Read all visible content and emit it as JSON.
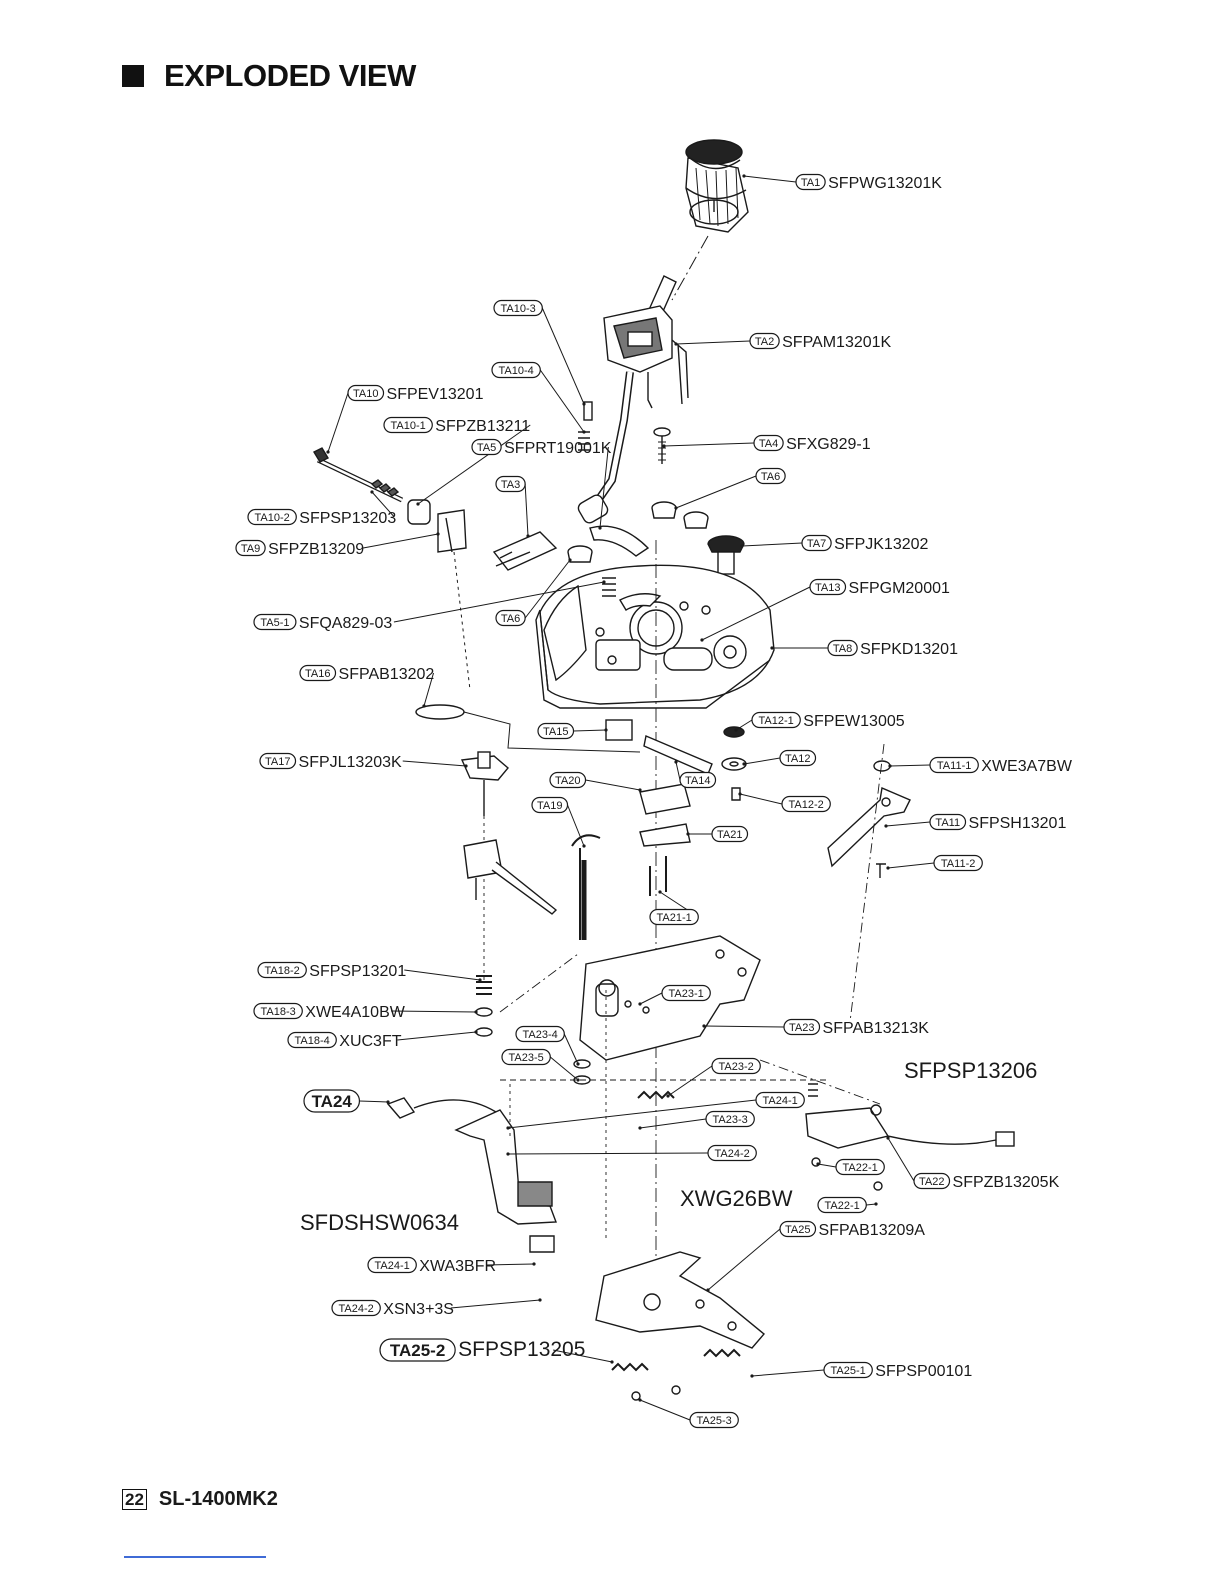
{
  "page": {
    "title": "EXPLODED VIEW",
    "page_number": "22",
    "model": "SL-1400MK2",
    "accent_color": "#3f6bd6"
  },
  "callouts": [
    {
      "ref": "TA1",
      "part": "SFPWG13201K"
    },
    {
      "ref": "TA2",
      "part": "SFPAM13201K"
    },
    {
      "ref": "TA10-3",
      "part": ""
    },
    {
      "ref": "TA10-4",
      "part": ""
    },
    {
      "ref": "TA10",
      "part": "SFPEV13201"
    },
    {
      "ref": "TA10-1",
      "part": "SFPZB13211"
    },
    {
      "ref": "TA5",
      "part": "SFPRT19001K"
    },
    {
      "ref": "TA4",
      "part": "SFXG829-1"
    },
    {
      "ref": "TA3",
      "part": ""
    },
    {
      "ref": "TA6",
      "part": ""
    },
    {
      "ref": "TA10-2",
      "part": "SFPSP13203"
    },
    {
      "ref": "TA9",
      "part": "SFPZB13209"
    },
    {
      "ref": "TA7",
      "part": "SFPJK13202"
    },
    {
      "ref": "TA13",
      "part": "SFPGM20001"
    },
    {
      "ref": "TA5-1",
      "part": "SFQA829-03"
    },
    {
      "ref": "TA6",
      "part": ""
    },
    {
      "ref": "TA8",
      "part": "SFPKD13201"
    },
    {
      "ref": "TA16",
      "part": "SFPAB13202"
    },
    {
      "ref": "TA12-1",
      "part": "SFPEW13005"
    },
    {
      "ref": "TA15",
      "part": ""
    },
    {
      "ref": "TA17",
      "part": "SFPJL13203K"
    },
    {
      "ref": "TA12",
      "part": ""
    },
    {
      "ref": "TA11-1",
      "part": "XWE3A7BW"
    },
    {
      "ref": "TA14",
      "part": ""
    },
    {
      "ref": "TA20",
      "part": ""
    },
    {
      "ref": "TA12-2",
      "part": ""
    },
    {
      "ref": "TA19",
      "part": ""
    },
    {
      "ref": "TA21",
      "part": ""
    },
    {
      "ref": "TA11",
      "part": "SFPSH13201"
    },
    {
      "ref": "TA11-2",
      "part": ""
    },
    {
      "ref": "TA21-1",
      "part": ""
    },
    {
      "ref": "TA18-2",
      "part": "SFPSP13201"
    },
    {
      "ref": "TA23-1",
      "part": ""
    },
    {
      "ref": "TA18-3",
      "part": "XWE4A10BW"
    },
    {
      "ref": "TA23",
      "part": "SFPAB13213K"
    },
    {
      "ref": "TA18-4",
      "part": "XUC3FT"
    },
    {
      "ref": "TA23-4",
      "part": ""
    },
    {
      "ref": "TA23-5",
      "part": ""
    },
    {
      "ref": "TA23-2",
      "part": ""
    },
    {
      "ref": "TA24",
      "part": ""
    },
    {
      "ref": "TA24-1",
      "part": ""
    },
    {
      "ref": "TA23-3",
      "part": ""
    },
    {
      "ref": "TA24-2",
      "part": ""
    },
    {
      "ref": "TA22-1",
      "part": ""
    },
    {
      "ref": "TA22",
      "part": "SFPZB13205K"
    },
    {
      "ref": "TA22-1",
      "part": ""
    },
    {
      "ref": "TA25",
      "part": "SFPAB13209A"
    },
    {
      "ref": "TA24-1",
      "part": "XWA3BFR"
    },
    {
      "ref": "TA24-2",
      "part": "XSN3+3S"
    },
    {
      "ref": "TA25-2",
      "part": "SFPSP13205"
    },
    {
      "ref": "TA25-1",
      "part": "SFPSP00101"
    },
    {
      "ref": "TA25-3",
      "part": ""
    }
  ],
  "free_labels": [
    {
      "text": "SFPSP13206"
    },
    {
      "text": "XWG26BW"
    },
    {
      "text": "SFDSHSW0634"
    }
  ]
}
